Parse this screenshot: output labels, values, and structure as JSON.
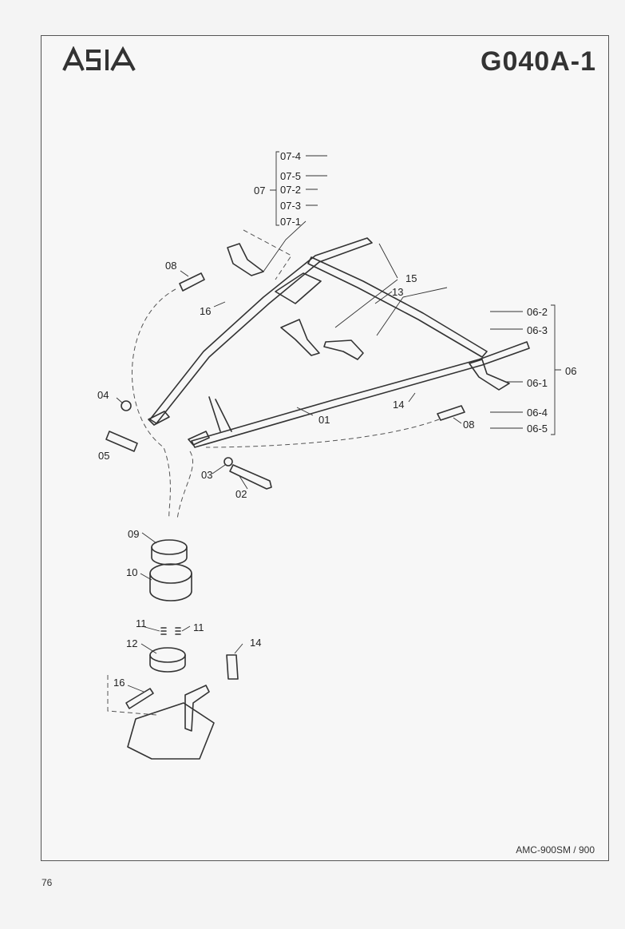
{
  "header": {
    "code": "G040A-1"
  },
  "footer": {
    "model": "AMC-900SM / 900",
    "page_number": "76"
  },
  "logo": {
    "text": "ASIA",
    "icon": "asia-logo-icon"
  },
  "labels": {
    "p07_4": "07-4",
    "p07_5": "07-5",
    "p07": "07",
    "p07_2": "07-2",
    "p07_3": "07-3",
    "p07_1": "07-1",
    "p08a": "08",
    "p15": "15",
    "p13": "13",
    "p16a": "16",
    "p06_2": "06-2",
    "p06_3": "06-3",
    "p06": "06",
    "p06_1": "06-1",
    "p04": "04",
    "p14a": "14",
    "p01": "01",
    "p06_4": "06-4",
    "p08b": "08",
    "p06_5": "06-5",
    "p05": "05",
    "p03": "03",
    "p02": "02",
    "p09": "09",
    "p10": "10",
    "p11a": "11",
    "p11b": "11",
    "p12": "12",
    "p14b": "14",
    "p16b": "16"
  }
}
